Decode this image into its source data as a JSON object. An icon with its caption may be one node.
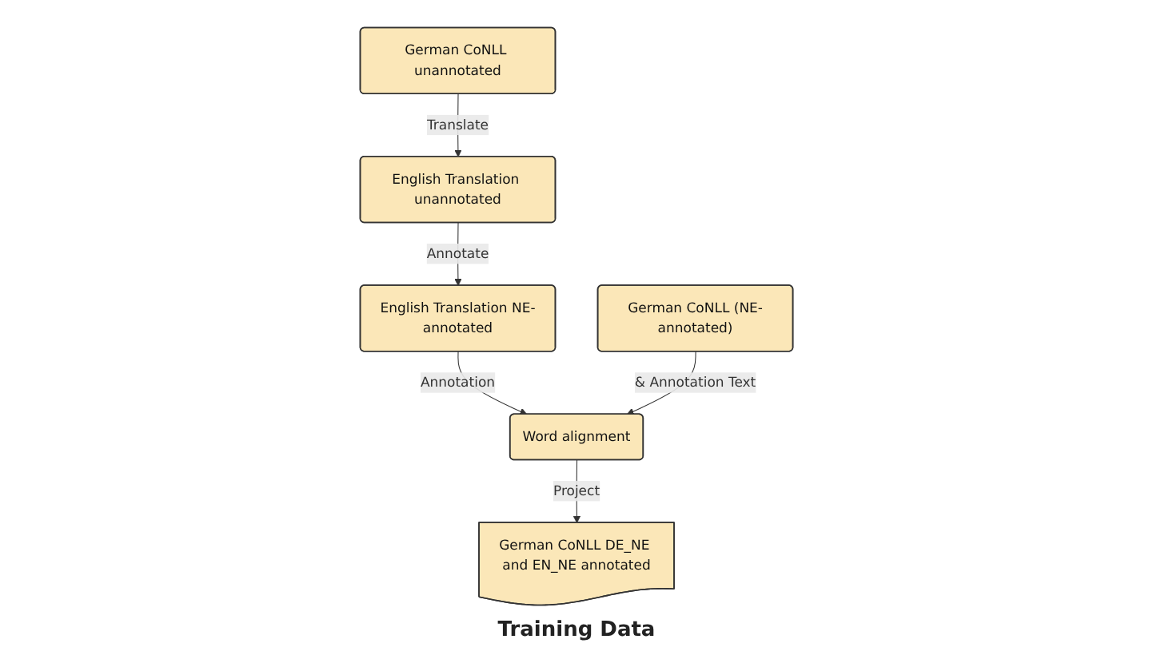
{
  "diagram": {
    "nodes": [
      {
        "text": [
          "English Translation unannotated"
        ]
      },
      {
        "text": [
          "German CoNLL unannotated"
        ]
      },
      {
        "text": [
          "English Translation NE-annotated"
        ]
      },
      {
        "text": [
          "Word alignment"
        ]
      },
      {
        "text": [
          "German CoNLL DE_NE and EN_NE annotated"
        ],
        "beside": [
          "Training Data"
        ]
      },
      {
        "text": [
          "German CoNLL (NE-annotated)"
        ]
      }
    ],
    "edges": [
      {
        "from": 1,
        "to": 0,
        "arrow": "to",
        "label": "Translate"
      },
      {
        "from": 0,
        "to": 2,
        "arrow": "to",
        "label": "Annotate"
      },
      {
        "from": 2,
        "to": 3,
        "arrow": "to",
        "label": "Annotation"
      },
      {
        "from": 5,
        "to": 3,
        "arrow": "to",
        "label": "& Annotation Text"
      },
      {
        "from": 3,
        "to": 4,
        "arrow": "to",
        "label": "Project"
      }
    ]
  }
}
